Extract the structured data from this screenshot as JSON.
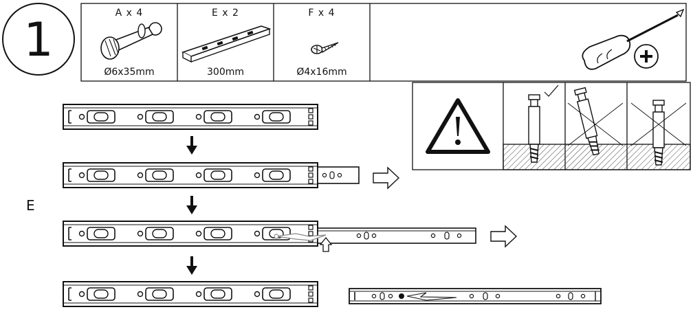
{
  "step": {
    "number": "1"
  },
  "parts": [
    {
      "label": "A x 4",
      "spec": "Ø6x35mm"
    },
    {
      "label": "E x 2",
      "spec": "300mm"
    },
    {
      "label": "F x 4",
      "spec": "Ø4x16mm"
    }
  ],
  "rail_label": "E",
  "colors": {
    "ink": "#111111",
    "background": "#ffffff",
    "hatch": "#444444"
  },
  "icons": [
    "screwdriver-icon",
    "phillips-head-icon",
    "warning-icon",
    "checkmark-icon",
    "cross-icon",
    "arrow-down-icon",
    "arrow-right-icon",
    "arrow-up-icon"
  ]
}
